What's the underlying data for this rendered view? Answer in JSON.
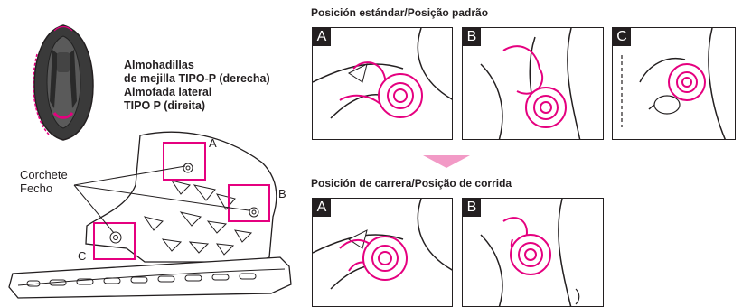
{
  "pad_label": {
    "line1": "Almohadillas",
    "line2": "de mejilla TIPO-P (derecha)",
    "line3": "Almofada lateral",
    "line4": "TIPO P (direita)"
  },
  "callouts": {
    "hook_es": "Corchete",
    "hook_pt": "Fecho",
    "a": "A",
    "b": "B",
    "c": "C"
  },
  "standard": {
    "title": "Posición estándar/Posição padrão",
    "panels": [
      "A",
      "B",
      "C"
    ]
  },
  "racing": {
    "title": "Posición de carrera/Posição de corrida",
    "panels": [
      "A",
      "B"
    ]
  },
  "colors": {
    "accent_magenta": "#e5007f",
    "arrow_pink": "#f29ac6",
    "ink": "#231f20"
  }
}
